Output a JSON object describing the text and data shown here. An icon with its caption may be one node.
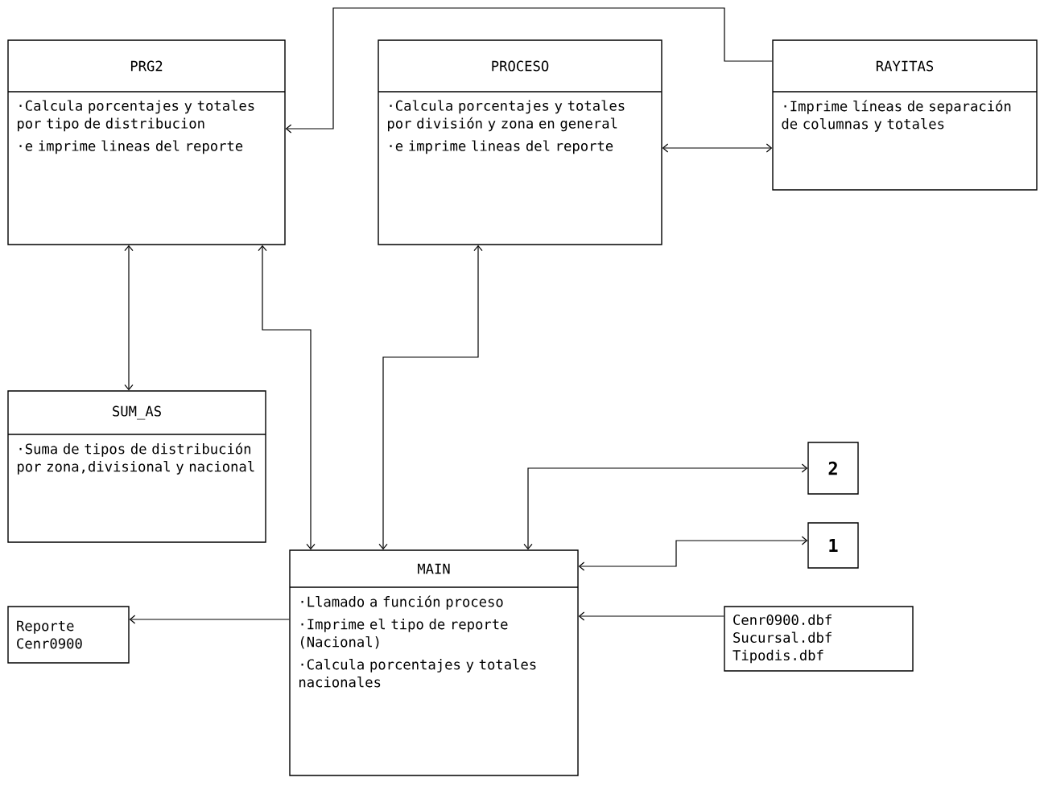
{
  "diagram": {
    "nodes": [
      {
        "text": [
          "PRG2",
          "·Calcula porcentajes y totales por tipo de distribucion",
          "·e imprime lineas del reporte"
        ]
      },
      {
        "text": [
          "PROCESO",
          "·Calcula porcentajes y totales por división y zona en general",
          "·e imprime lineas del reporte"
        ]
      },
      {
        "text": [
          "RAYITAS",
          "·Imprime líneas de separación de columnas y totales"
        ]
      },
      {
        "text": [
          "SUM_AS",
          "·Suma de tipos de distribución por zona,divisional y nacional"
        ]
      },
      {
        "text": [
          "2"
        ]
      },
      {
        "text": [
          "1"
        ]
      },
      {
        "text": [
          "MAIN",
          "·Llamado a función proceso",
          "·Imprime el tipo de reporte (Nacional)",
          "·Calcula porcentajes y totales nacionales"
        ]
      },
      {
        "text": [
          "Reporte Cenr0900"
        ]
      },
      {
        "text": [
          "Cenr0900.dbf Sucursal.dbf Tipodis.dbf"
        ]
      }
    ],
    "edges": [
      {
        "from": 1,
        "to": 2,
        "arrow": "both"
      },
      {
        "from": 2,
        "to": 0,
        "arrow": "to"
      },
      {
        "from": 0,
        "to": 3,
        "arrow": "both"
      },
      {
        "from": 0,
        "to": 6,
        "arrow": "both"
      },
      {
        "from": 1,
        "to": 6,
        "arrow": "both"
      },
      {
        "from": 6,
        "to": 4,
        "arrow": "both"
      },
      {
        "from": 6,
        "to": 5,
        "arrow": "both"
      },
      {
        "from": 8,
        "to": 6,
        "arrow": "to"
      },
      {
        "from": 6,
        "to": 7,
        "arrow": "to"
      }
    ]
  }
}
